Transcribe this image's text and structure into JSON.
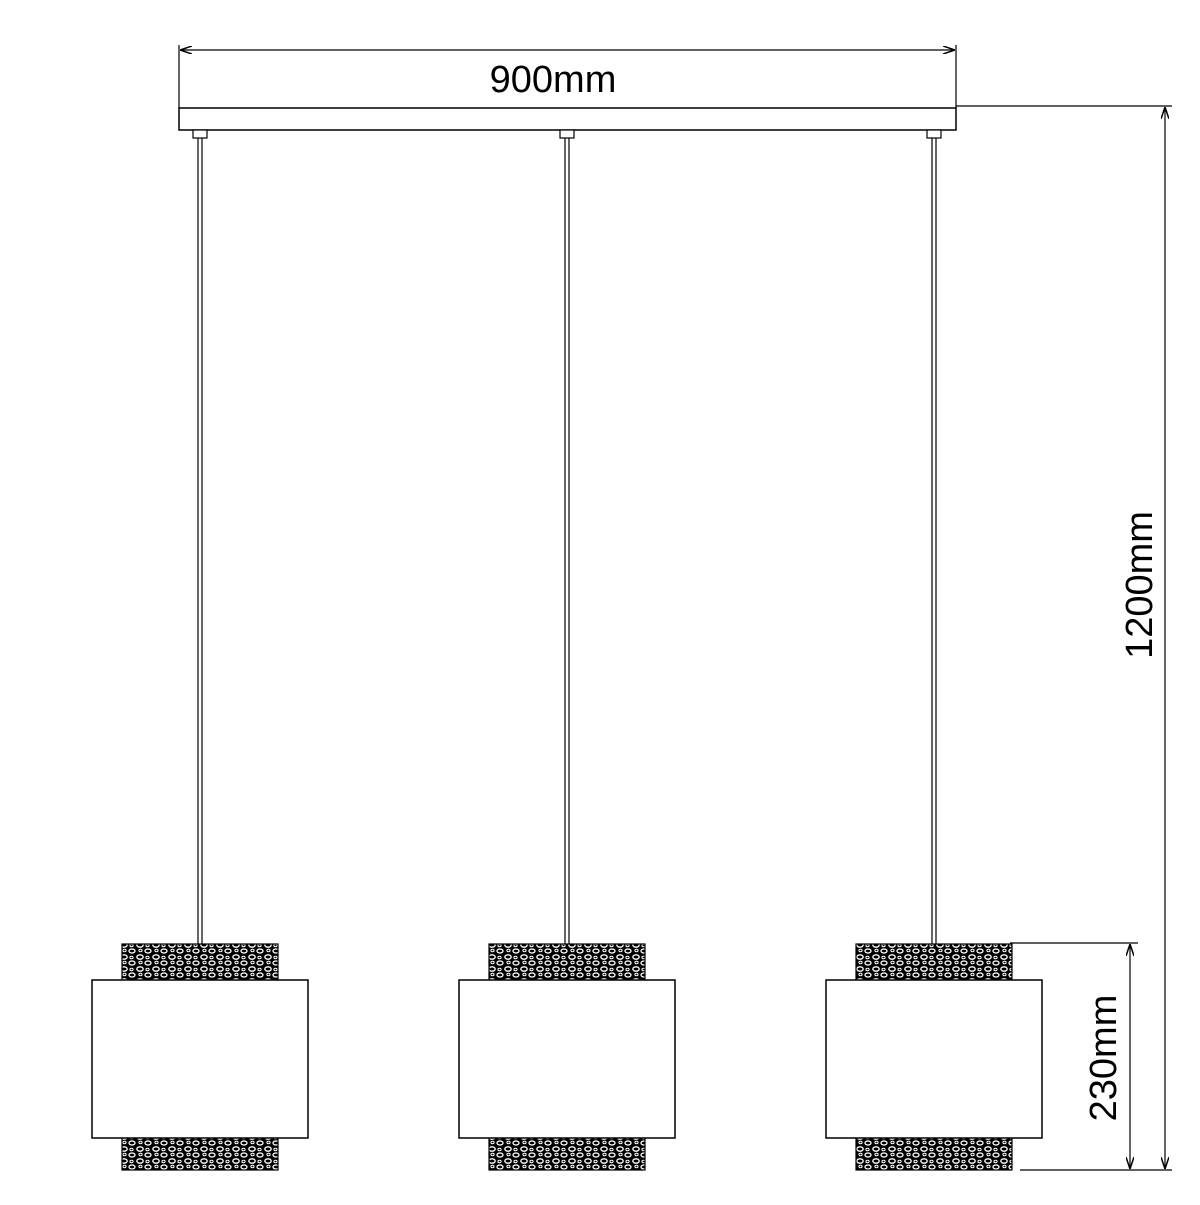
{
  "dimensions": {
    "width_label": "900mm",
    "height_label": "1200mm",
    "shade_height_label": "230mm"
  },
  "pendants": [
    {
      "id": "left"
    },
    {
      "id": "center"
    },
    {
      "id": "right"
    }
  ],
  "colors": {
    "line": "#000000",
    "background": "#ffffff"
  }
}
